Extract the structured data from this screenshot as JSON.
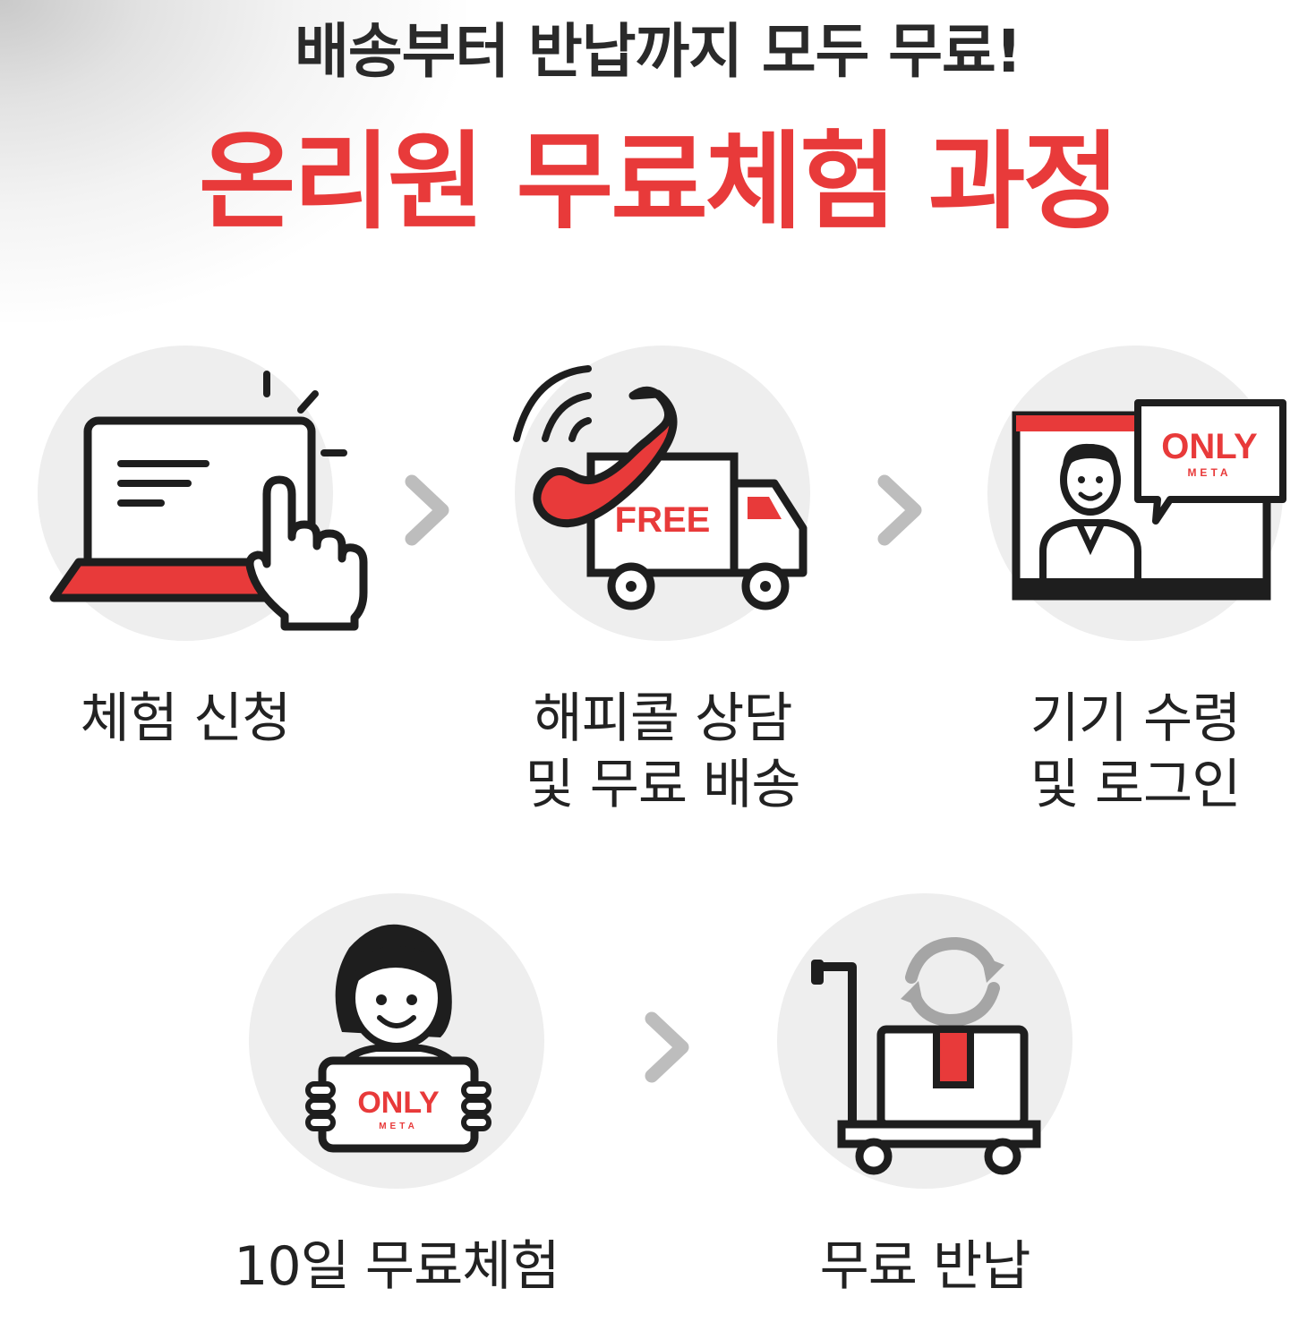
{
  "header": {
    "subtitle": "배송부터 반납까지 모두 무료!",
    "title": "온리원 무료체험 과정"
  },
  "steps": [
    {
      "line1": "체험 신청",
      "line2": "",
      "icon": "laptop-click-icon"
    },
    {
      "line1": "해피콜 상담",
      "line2": "및 무료 배송",
      "icon": "phone-truck-icon",
      "badge": "FREE"
    },
    {
      "line1": "기기 수령",
      "line2": "및 로그인",
      "icon": "video-login-icon",
      "brand": "ONLY",
      "brand_sub": "META"
    },
    {
      "line1": "10일 무료체험",
      "line2": "",
      "icon": "person-tablet-icon",
      "brand": "ONLY",
      "brand_sub": "META"
    },
    {
      "line1": "무료 반납",
      "line2": "",
      "icon": "cart-return-icon"
    }
  ],
  "colors": {
    "accent": "#e83a3a",
    "text": "#222222",
    "circle": "#eeeeee",
    "arrow": "#bdbdbd"
  }
}
